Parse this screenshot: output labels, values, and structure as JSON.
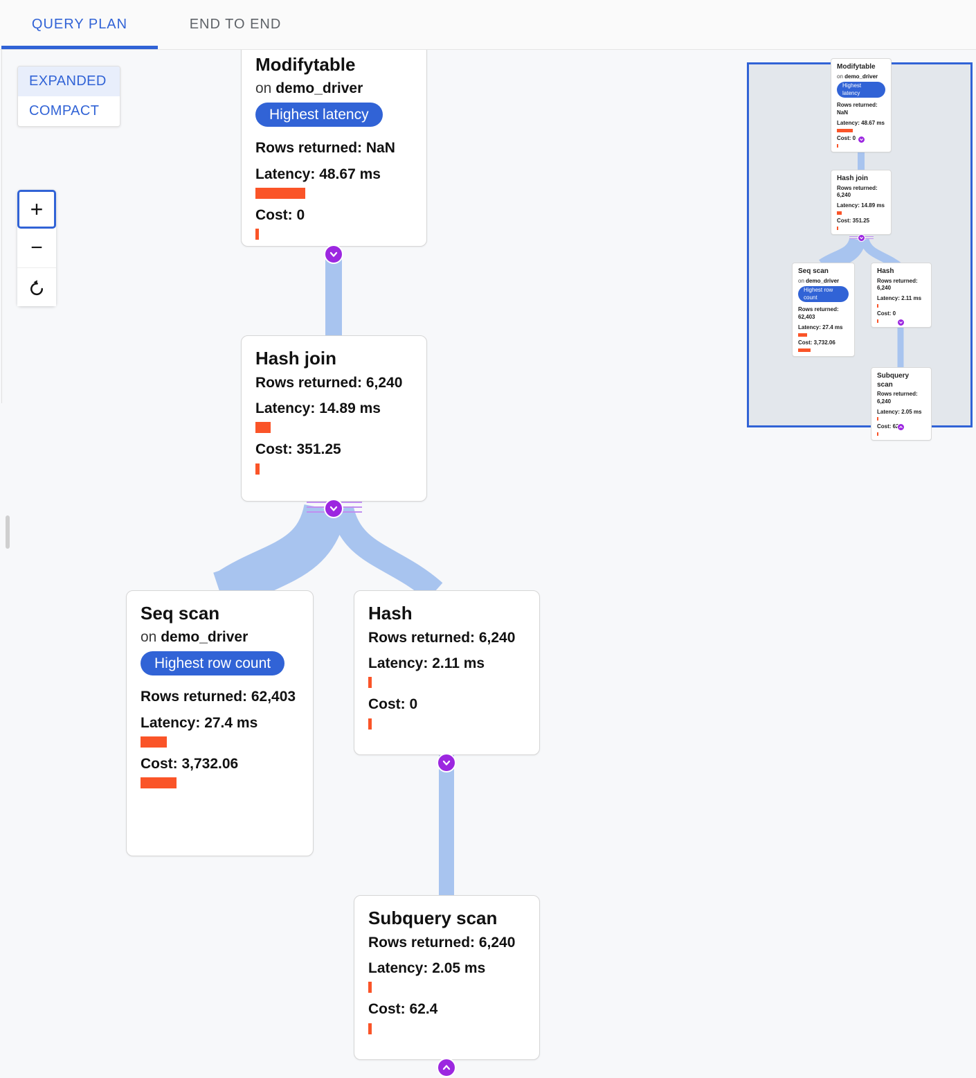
{
  "tabs": [
    {
      "id": "query-plan",
      "label": "QUERY PLAN",
      "active": true
    },
    {
      "id": "end-to-end",
      "label": "END TO END",
      "active": false
    }
  ],
  "view_mode": {
    "options": [
      {
        "id": "expanded",
        "label": "EXPANDED",
        "selected": true
      },
      {
        "id": "compact",
        "label": "COMPACT",
        "selected": false
      }
    ]
  },
  "zoom_controls": {
    "zoom_in": {
      "label": "+",
      "icon": "plus-icon",
      "focused": true
    },
    "zoom_out": {
      "label": "−",
      "icon": "minus-icon",
      "focused": false
    },
    "reset": {
      "label": "",
      "icon": "reset-icon",
      "focused": false
    }
  },
  "labels": {
    "rows_returned": "Rows returned:",
    "latency": "Latency:",
    "cost": "Cost:",
    "on": "on"
  },
  "colors": {
    "accent_blue": "#3163d6",
    "bar_orange": "#fa5428",
    "edge_blue": "#a8c4ef",
    "chevron_purple": "#9c27e0",
    "minimap_fill": "#e3e7ec",
    "canvas_bg": "#f7f8fa"
  },
  "plan": {
    "nodes": [
      {
        "id": "modifytable",
        "title": "Modifytable",
        "relation": "demo_driver",
        "badge": "Highest latency",
        "rows_returned": "Rows returned: NaN",
        "latency": "Latency: 48.67 ms",
        "cost": "Cost: 0",
        "latency_bar_pct": 100,
        "cost_bar_pct": 2
      },
      {
        "id": "hash-join",
        "title": "Hash join",
        "relation": null,
        "badge": null,
        "rows_returned": "Rows returned: 6,240",
        "latency": "Latency: 14.89 ms",
        "cost": "Cost: 351.25",
        "latency_bar_pct": 31,
        "cost_bar_pct": 9
      },
      {
        "id": "seq-scan",
        "title": "Seq scan",
        "relation": "demo_driver",
        "badge": "Highest row count",
        "rows_returned": "Rows returned: 62,403",
        "latency": "Latency: 27.4 ms",
        "cost": "Cost: 3,732.06",
        "latency_bar_pct": 56,
        "cost_bar_pct": 100
      },
      {
        "id": "hash",
        "title": "Hash",
        "relation": null,
        "badge": null,
        "rows_returned": "Rows returned: 6,240",
        "latency": "Latency: 2.11 ms",
        "cost": "Cost: 0",
        "latency_bar_pct": 4,
        "cost_bar_pct": 4
      },
      {
        "id": "subquery-scan",
        "title": "Subquery scan",
        "relation": null,
        "badge": null,
        "rows_returned": "Rows returned: 6,240",
        "latency": "Latency: 2.05 ms",
        "cost": "Cost: 62.4",
        "latency_bar_pct": 4,
        "cost_bar_pct": 4
      }
    ],
    "edges": [
      {
        "from": "modifytable",
        "to": "hash-join"
      },
      {
        "from": "hash-join",
        "to": "seq-scan"
      },
      {
        "from": "hash-join",
        "to": "hash"
      },
      {
        "from": "hash",
        "to": "subquery-scan"
      }
    ],
    "toggles": [
      {
        "id": "toggle-modifytable",
        "direction": "down"
      },
      {
        "id": "toggle-hash-join",
        "direction": "down"
      },
      {
        "id": "toggle-hash",
        "direction": "down"
      },
      {
        "id": "toggle-subquery-scan",
        "direction": "up"
      }
    ]
  },
  "minimap": {
    "name": "plan-minimap",
    "viewport_visible": true
  }
}
